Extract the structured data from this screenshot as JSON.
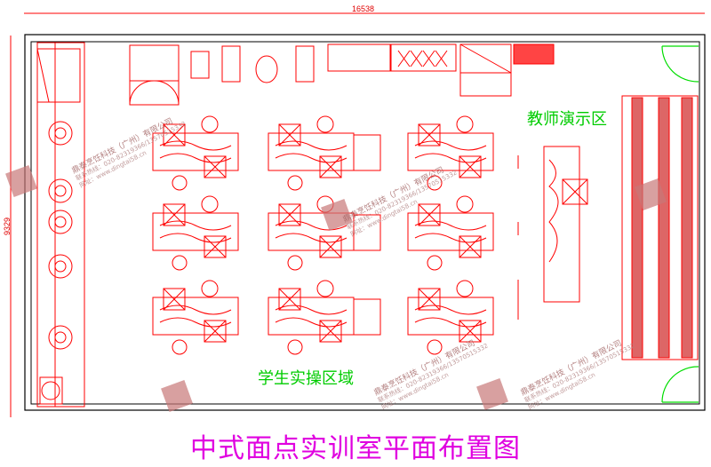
{
  "dimensions": {
    "width": "16538",
    "height": "9329"
  },
  "zones": {
    "teacher": "教师演示区",
    "student": "学生实操区域"
  },
  "title": "中式面点实训室平面布置图",
  "watermark": {
    "company": "鼎泰烹饪科技（广州）有限公司",
    "hotline": "联系热线：020-82319366/13570515332",
    "website": "网址：www.dingtai58.cn",
    "seal": "鼎泰烹饪"
  },
  "colors": {
    "drawing": "#ff0000",
    "zone_label": "#00cc00",
    "title": "#e000e0",
    "door": "#00dd00"
  }
}
